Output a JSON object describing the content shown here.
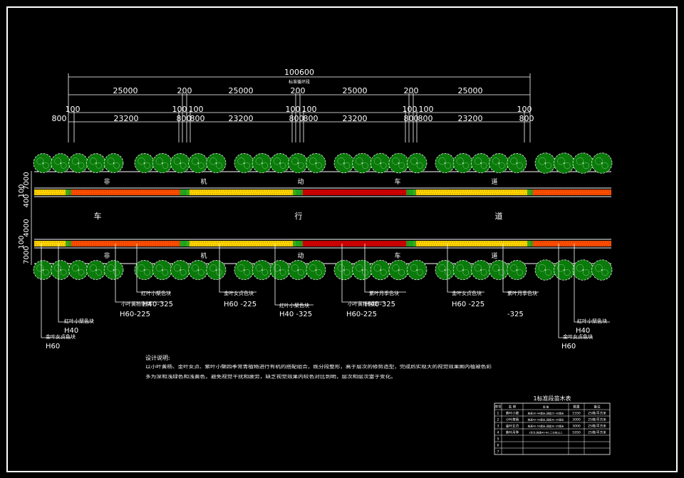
{
  "dimensions": {
    "overall": "100600",
    "overall_label": "标准循环段",
    "segments": [
      "25000",
      "200",
      "25000",
      "200",
      "25000",
      "200",
      "25000"
    ],
    "sub_small": [
      "100",
      "100",
      "100",
      "100",
      "100",
      "100",
      "100",
      "100"
    ],
    "sub_row": [
      "800",
      "23200",
      "800",
      "800",
      "23200",
      "800",
      "800",
      "23200",
      "800",
      "800",
      "23200",
      "800"
    ],
    "left_vertical": [
      "7000",
      "100",
      "400",
      "4000",
      "100",
      "7000"
    ]
  },
  "road_labels": {
    "upper_bike_lane": [
      "非",
      "机",
      "动",
      "车",
      "道"
    ],
    "car_lane": [
      "车",
      "行",
      "道"
    ],
    "lower_bike_lane": [
      "非",
      "机",
      "动",
      "车",
      "道"
    ]
  },
  "callouts": [
    {
      "name": "金叶女贞色块",
      "spec": "H60"
    },
    {
      "name": "红叶小檗色块",
      "spec": "H40"
    },
    {
      "name": "小叶黄杨色块",
      "spec": "H60-225"
    },
    {
      "name": "红叶小檗色块",
      "spec": "H40-325"
    },
    {
      "name": "金叶女贞色块",
      "spec": "H60 -225"
    },
    {
      "name": "红叶小檗色块",
      "spec": "H40 -325"
    },
    {
      "name": "小叶黄杨色块",
      "spec": "H60-225"
    },
    {
      "name": "紫叶月季色块",
      "spec": "H40-325"
    },
    {
      "name": "金叶女贞色块",
      "spec": "H60 -225"
    },
    {
      "name": "紫叶月季色块",
      "spec": "-325"
    },
    {
      "name": "金叶女贞色块",
      "spec": "H60"
    },
    {
      "name": "红叶小檗色块",
      "spec": "H40"
    }
  ],
  "notes": {
    "title": "设计说明:",
    "lines": [
      "以小叶黄杨、金叶女贞、紫叶小檗四季常青植物进行有机的搭配组合，既分段整形，高于层次的修剪造型，完成后实现大的视觉效果图内植被色彩",
      "多为深和浅绿色和浅黄色，避免视觉干扰和疲劳，缺乏视觉效果内较色对比到明，层次和层次富于变化。"
    ]
  },
  "table": {
    "title": "1标准段苗木表",
    "headers": [
      "序号",
      "名 称",
      "规 格",
      "数量",
      "备注"
    ],
    "rows": [
      [
        "1",
        "紫叶小檗",
        "株高30-40厘米,冠幅25-30厘米",
        "1550",
        "25株/平方米"
      ],
      [
        "2",
        "小叶黄杨",
        "株高40-50厘米,冠幅30-35厘米",
        "3000",
        "25株/平方米"
      ],
      [
        "3",
        "金叶女贞",
        "株高40-50厘米,冠幅30-35厘米",
        "3000",
        "25株/平方米"
      ],
      [
        "4",
        "紫叶月季",
        "2年生,株高40-60,三分枝以上",
        "1650",
        "25株/平方米"
      ],
      [
        "5",
        "",
        "",
        "",
        ""
      ],
      [
        "6",
        "",
        "",
        "",
        ""
      ],
      [
        "7",
        "",
        "",
        "",
        ""
      ]
    ]
  },
  "colors": {
    "tree_fill": "#0a7a0a",
    "tree_outline": "#ffffff",
    "hedge_orange": "#ff4d00",
    "hedge_yellow": "#ffd200",
    "hedge_green": "#1fa51f",
    "hedge_red": "#d00000",
    "line": "#ffffff"
  }
}
